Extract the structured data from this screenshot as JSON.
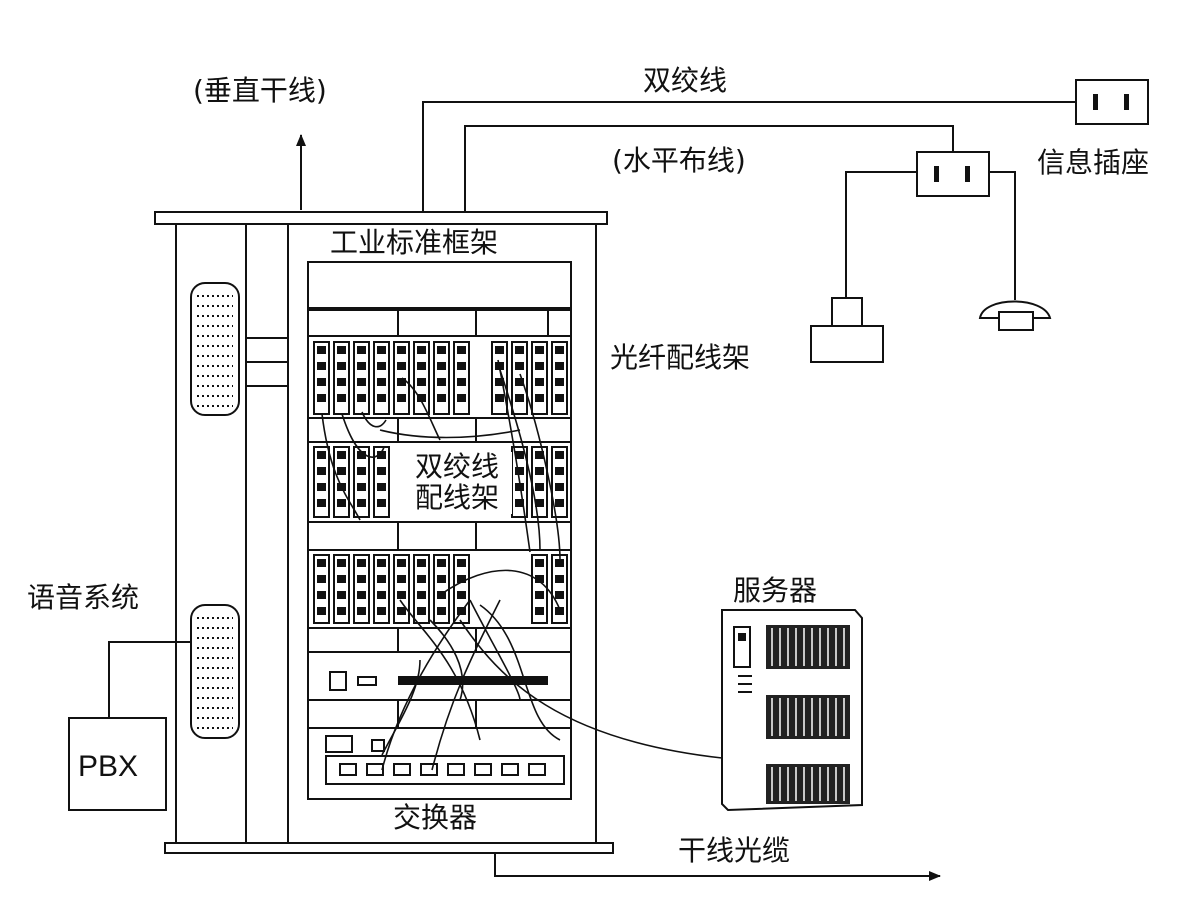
{
  "labels": {
    "vertical_trunk": "(垂直干线)",
    "twisted_pair": "双绞线",
    "horizontal_cabling": "(水平布线)",
    "info_outlet": "信息插座",
    "industry_rack": "工业标准框架",
    "fiber_patch_panel": "光纤配线架",
    "twisted_pair_panel_line1": "双绞线",
    "twisted_pair_panel_line2": "配线架",
    "voice_system": "语音系统",
    "server": "服务器",
    "pbx": "PBX",
    "switch": "交换器",
    "trunk_fiber": "干线光缆"
  },
  "colors": {
    "ink": "#111111",
    "paper": "#ffffff"
  }
}
